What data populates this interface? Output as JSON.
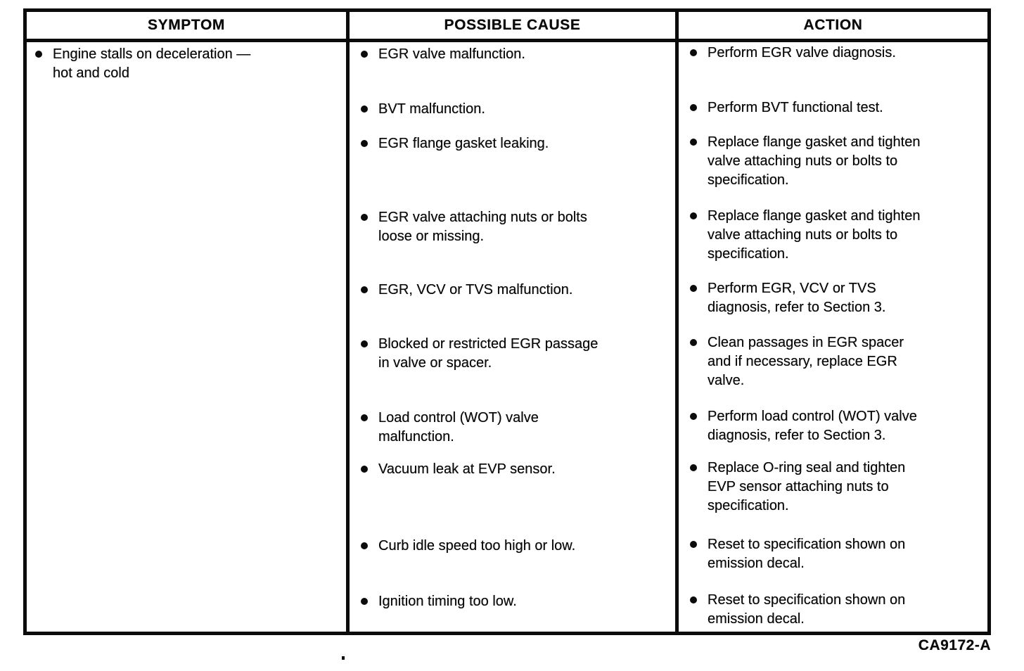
{
  "colors": {
    "ink": "#0b0b0b",
    "paper": "#ffffff"
  },
  "figure_code": "CA9172-A",
  "table": {
    "headers": [
      "SYMPTOM",
      "POSSIBLE CAUSE",
      "ACTION"
    ],
    "symptom": "Engine stalls on deceleration —\nhot and cold",
    "rows": [
      {
        "cause": "EGR valve malfunction.",
        "action": "Perform EGR valve diagnosis."
      },
      {
        "cause": "BVT malfunction.",
        "action": "Perform BVT functional test."
      },
      {
        "cause": "EGR flange gasket leaking.",
        "action": "Replace flange gasket and tighten\nvalve attaching nuts or bolts to\nspecification."
      },
      {
        "cause": "EGR valve attaching nuts or bolts\nloose or missing.",
        "action": "Replace flange gasket and tighten\nvalve attaching nuts or bolts to\nspecification."
      },
      {
        "cause": "EGR, VCV or TVS malfunction.",
        "action": "Perform EGR, VCV or TVS\ndiagnosis, refer to Section 3."
      },
      {
        "cause": "Blocked or restricted EGR passage\nin valve or spacer.",
        "action": "Clean passages in EGR spacer\nand if necessary, replace EGR\nvalve."
      },
      {
        "cause": "Load control (WOT) valve\nmalfunction.",
        "action": "Perform load control (WOT) valve\ndiagnosis, refer to Section 3."
      },
      {
        "cause": "Vacuum leak at EVP sensor.",
        "action": "Replace O-ring seal and tighten\nEVP sensor attaching nuts to\nspecification."
      },
      {
        "cause": "Curb idle speed too high or low.",
        "action": "Reset to specification shown on\nemission decal."
      },
      {
        "cause": "Ignition timing too low.",
        "action": "Reset to specification shown on\nemission decal."
      }
    ]
  }
}
